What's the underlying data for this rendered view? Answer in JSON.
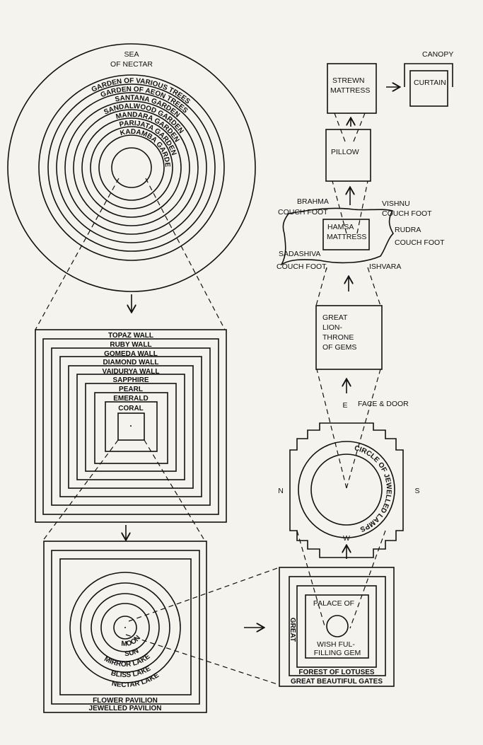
{
  "top_circle": {
    "title_line1": "SEA",
    "title_line2": "OF NECTAR",
    "rings": [
      "GARDEN OF VARIOUS TREES",
      "GARDEN OF AEON TREES",
      "SANTANA GARDEN",
      "SANDALWOOD GARDEN",
      "MANDARA GARDEN",
      "PARIJATA GARDEN",
      "KADAMBA GARDEN"
    ]
  },
  "walls": [
    "TOPAZ WALL",
    "RUBY WALL",
    "GOMEDA WALL",
    "DIAMOND WALL",
    "VAIDURYA WALL",
    "SAPPHIRE",
    "PEARL",
    "EMERALD",
    "CORAL"
  ],
  "pavilion": {
    "lakes": [
      "MOON",
      "SUN",
      "MIRROR LAKE",
      "BLISS LAKE",
      "NECTAR LAKE"
    ],
    "flower": "FLOWER PAVILION",
    "jewelled": "JEWELLED PAVILION"
  },
  "palace": {
    "title": "PALACE OF",
    "gem_line1": "WISH FUL-",
    "gem_line2": "FILLING GEM",
    "great": "GREAT",
    "forest": "FOREST OF LOTUSES",
    "gates": "GREAT BEAUTIFUL GATES"
  },
  "lamps": {
    "circle": "CIRCLE OF JEWELLED LAMPS",
    "north": "N",
    "south": "S",
    "east": "E",
    "west": "W",
    "face": "FACE & DOOR"
  },
  "throne": [
    "GREAT",
    "LION-",
    "THRONE",
    "OF GEMS"
  ],
  "couch": {
    "mattress1": "HAMSA",
    "mattress2": "MATTRESS",
    "brahma": "BRAHMA",
    "vishnu": "VISHNU",
    "rudra": "RUDRA",
    "sadashiva": "SADASHIVA",
    "ishvara": "ISHVARA",
    "foot": "COUCH FOOT",
    "foot_comma": "COUCH FOOT,"
  },
  "pillow": "PILLOW",
  "strewn": {
    "line1": "STREWN",
    "line2": "MATTRESS"
  },
  "canopy": {
    "label": "CANOPY",
    "curtain": "CURTAIN"
  }
}
